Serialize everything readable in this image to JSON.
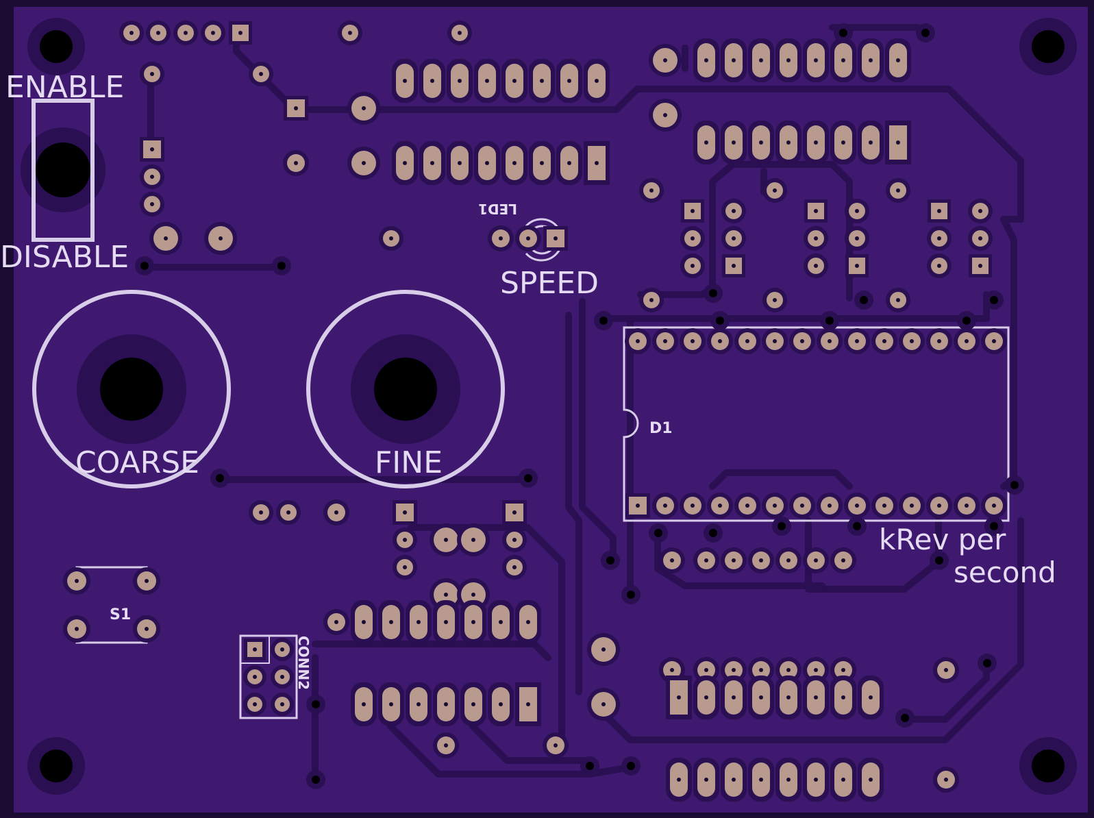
{
  "colors": {
    "board": "#3f1870",
    "board_edge": "#1a0b33",
    "trace": "#2a0f52",
    "pad": "#b89a8f",
    "silkscreen": "#d8cde8",
    "drill": "#000000"
  },
  "labels": {
    "enable": "ENABLE",
    "disable": "DISABLE",
    "coarse": "COARSE",
    "fine": "FINE",
    "speed": "SPEED",
    "led1": "LED1",
    "d1": "D1",
    "s1": "S1",
    "conn2": "CONN2",
    "krev_line1": "kRev per",
    "krev_line2": "second"
  }
}
